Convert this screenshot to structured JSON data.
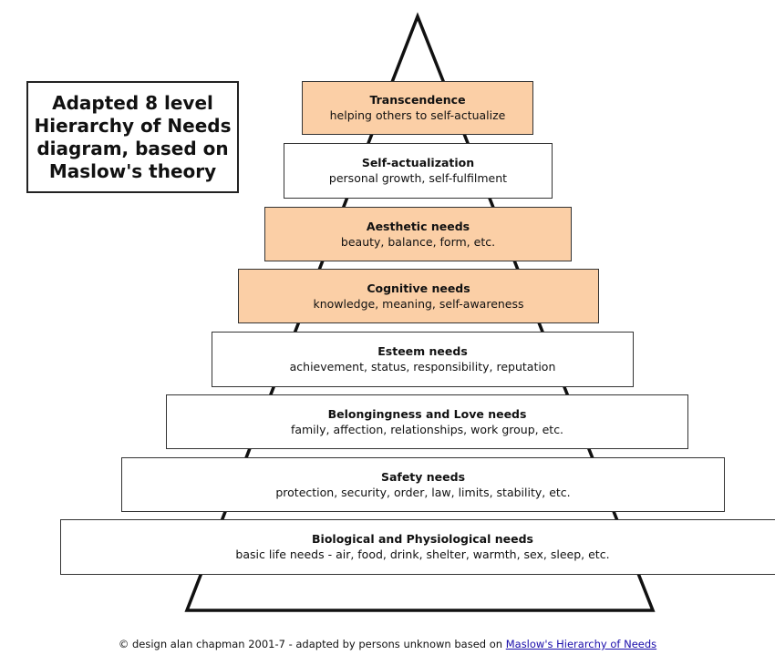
{
  "title": {
    "lines": [
      "Adapted 8 level",
      "Hierarchy of Needs",
      "diagram, based on",
      "Maslow's theory"
    ]
  },
  "levels": [
    {
      "name": "Transcendence",
      "description": "helping others to self-actualize",
      "highlighted": true
    },
    {
      "name": "Self-actualization",
      "description": "personal growth, self-fulfilment",
      "highlighted": false
    },
    {
      "name": "Aesthetic needs",
      "description": "beauty, balance, form, etc.",
      "highlighted": true
    },
    {
      "name": "Cognitive needs",
      "description": "knowledge, meaning, self-awareness",
      "highlighted": true
    },
    {
      "name": "Esteem needs",
      "description": "achievement, status, responsibility, reputation",
      "highlighted": false
    },
    {
      "name": "Belongingness and Love needs",
      "description": "family, affection, relationships, work group, etc.",
      "highlighted": false
    },
    {
      "name": "Safety needs",
      "description": "protection, security, order, law, limits, stability, etc.",
      "highlighted": false
    },
    {
      "name": "Biological and Physiological needs",
      "description": "basic life needs - air, food, drink, shelter, warmth, sex, sleep, etc.",
      "highlighted": false
    }
  ],
  "footer": {
    "prefix": "© design alan chapman 2001-7 - adapted by persons unknown based on ",
    "link_text": "Maslow's Hierarchy of Needs"
  },
  "colors": {
    "highlight_fill": "#fbcfa6",
    "plain_fill": "#ffffff",
    "outline": "#111111",
    "link": "#1a0dab"
  }
}
